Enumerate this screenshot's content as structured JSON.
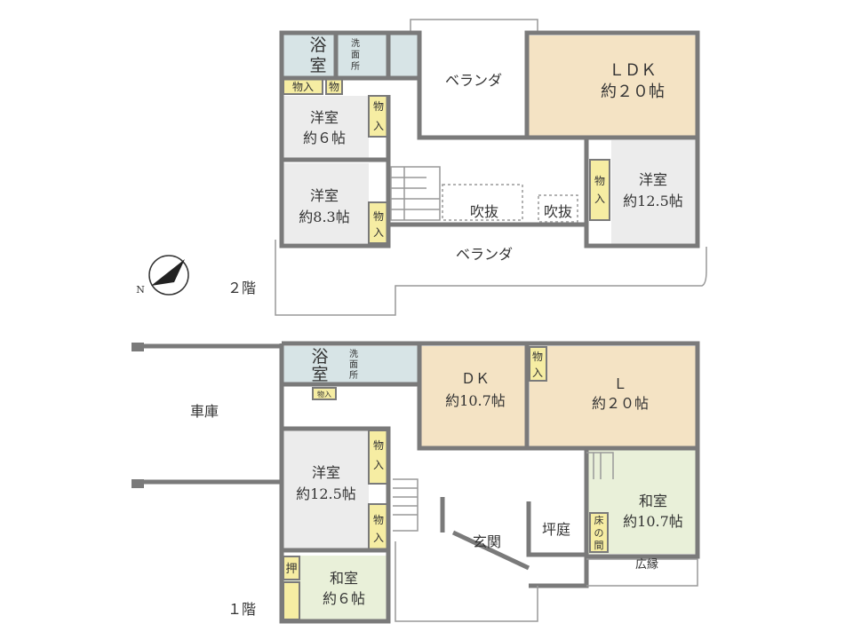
{
  "floor2": {
    "label": "２階",
    "bath": "浴\n室",
    "bath_1": "浴",
    "bath_2": "室",
    "washroom_1": "洗",
    "washroom_2": "面",
    "washroom_3": "所",
    "storage_a": "物入",
    "storage_b": "物",
    "room6_name": "洋室",
    "room6_size": "約６帖",
    "room83_name": "洋室",
    "room83_size": "約8.3帖",
    "closet": "物入",
    "veranda_top": "ベランダ",
    "ldk_name": "ＬＤＫ",
    "ldk_size": "約２０帖",
    "room125_name": "洋室",
    "room125_size": "約12.5帖",
    "void1": "吹抜",
    "void2": "吹抜",
    "veranda_bottom": "ベランダ"
  },
  "floor1": {
    "label": "１階",
    "garage": "車庫",
    "bath_1": "浴",
    "bath_2": "室",
    "washroom_1": "洗",
    "washroom_2": "面",
    "washroom_3": "所",
    "storage_small": "物入",
    "dk_name": "ＤＫ",
    "dk_size": "約10.7帖",
    "l_name": "Ｌ",
    "l_size": "約２０帖",
    "closet": "物入",
    "room125_name": "洋室",
    "room125_size": "約12.5帖",
    "washitsu6_name": "和室",
    "washitsu6_size": "約６帖",
    "oshiire": "押",
    "washitsu107_name": "和室",
    "washitsu107_size": "約10.7帖",
    "tsuboniwa": "坪庭",
    "tokonoma_1": "床",
    "tokonoma_2": "の",
    "tokonoma_3": "間",
    "genkan": "玄関",
    "hiroen": "広縁"
  },
  "compass": {
    "north": "N"
  },
  "colors": {
    "beige": "#f4e3c4",
    "gray": "#ececec",
    "bath": "#d7e4e6",
    "tatami": "#e9f0d9",
    "storage": "#f6eda3",
    "wall": "#7a7a7a"
  }
}
